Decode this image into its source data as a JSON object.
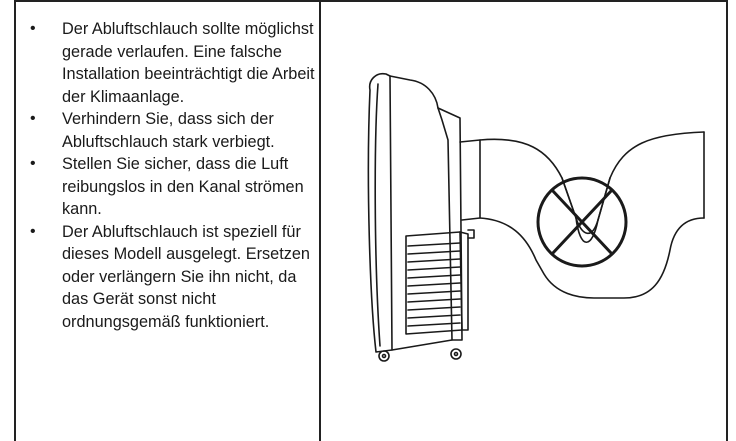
{
  "bullets": [
    "Der Abluftschlauch sollte möglichst gerade verlaufen. Eine falsche Installation beeinträchtigt die Arbeit der Klimaanlage.",
    "Verhindern Sie, dass sich der Abluftschlauch stark verbiegt.",
    "Stellen Sie sicher, dass die Luft reibungslos in den Kanal strömen kann.",
    "Der Abluftschlauch ist speziell für dieses Modell ausgelegt. Ersetzen oder verlängern Sie ihn nicht, da das Gerät sonst nicht ordnungsgemäß funktioniert."
  ],
  "figure": {
    "icon": "prohibited-x-icon",
    "line_color": "#1a1a1a"
  }
}
